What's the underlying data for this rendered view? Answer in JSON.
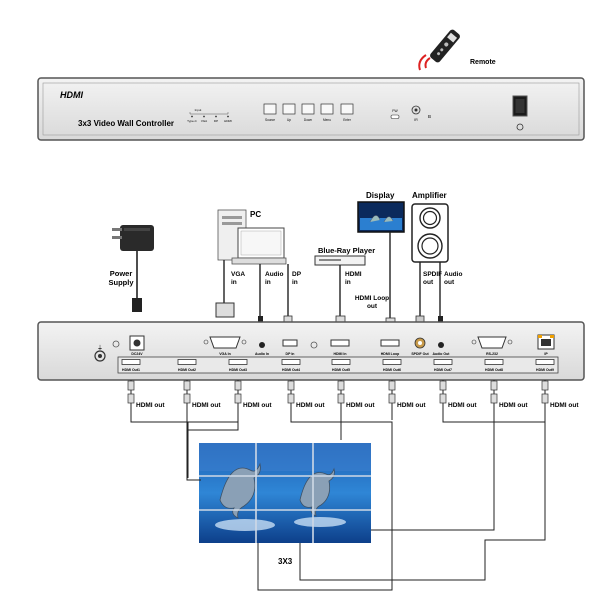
{
  "remote": {
    "label": "Remote"
  },
  "front_panel": {
    "brand": "HDMI",
    "title": "3x3 Video Wall Controller",
    "input_indicator_label": "Input",
    "input_indicators": [
      "Type-C",
      "VGA",
      "DP",
      "HDMI"
    ],
    "buttons": [
      "Source",
      "Up",
      "Down",
      "Menu",
      "Enter"
    ],
    "fw_label": "FW",
    "ir_label": "IR",
    "ir_suffix": "B"
  },
  "devices": {
    "power": "Power\nSupply",
    "pc": "PC",
    "display": "Display",
    "amplifier": "Amplifier",
    "bluray": "Blue-Ray Player"
  },
  "cable_labels": {
    "vga_in": "VGA\nin",
    "audio_in": "Audio\nin",
    "dp_in": "DP\nin",
    "hdmi_in": "HDMI\nin",
    "hdmi_loop": "HDMI Loop\nout",
    "spdif": "SPDIF\nout",
    "audio_out": "Audio\nout"
  },
  "rear_ports": [
    "DC24V",
    "VGA In",
    "Audio In",
    "DP In",
    "HDMI In",
    "HDMI Loop",
    "SPDIF Out",
    "Audio Out",
    "RS-232",
    "IP"
  ],
  "hdmi_outputs": [
    "HDMI Out1",
    "HDMI Out2",
    "HDMI Out3",
    "HDMI Out4",
    "HDMI Out5",
    "HDMI Out6",
    "HDMI Out7",
    "HDMI Out8",
    "HDMI Out9"
  ],
  "hdmi_out_cable_label": "HDMI out",
  "video_wall_label": "3X3"
}
